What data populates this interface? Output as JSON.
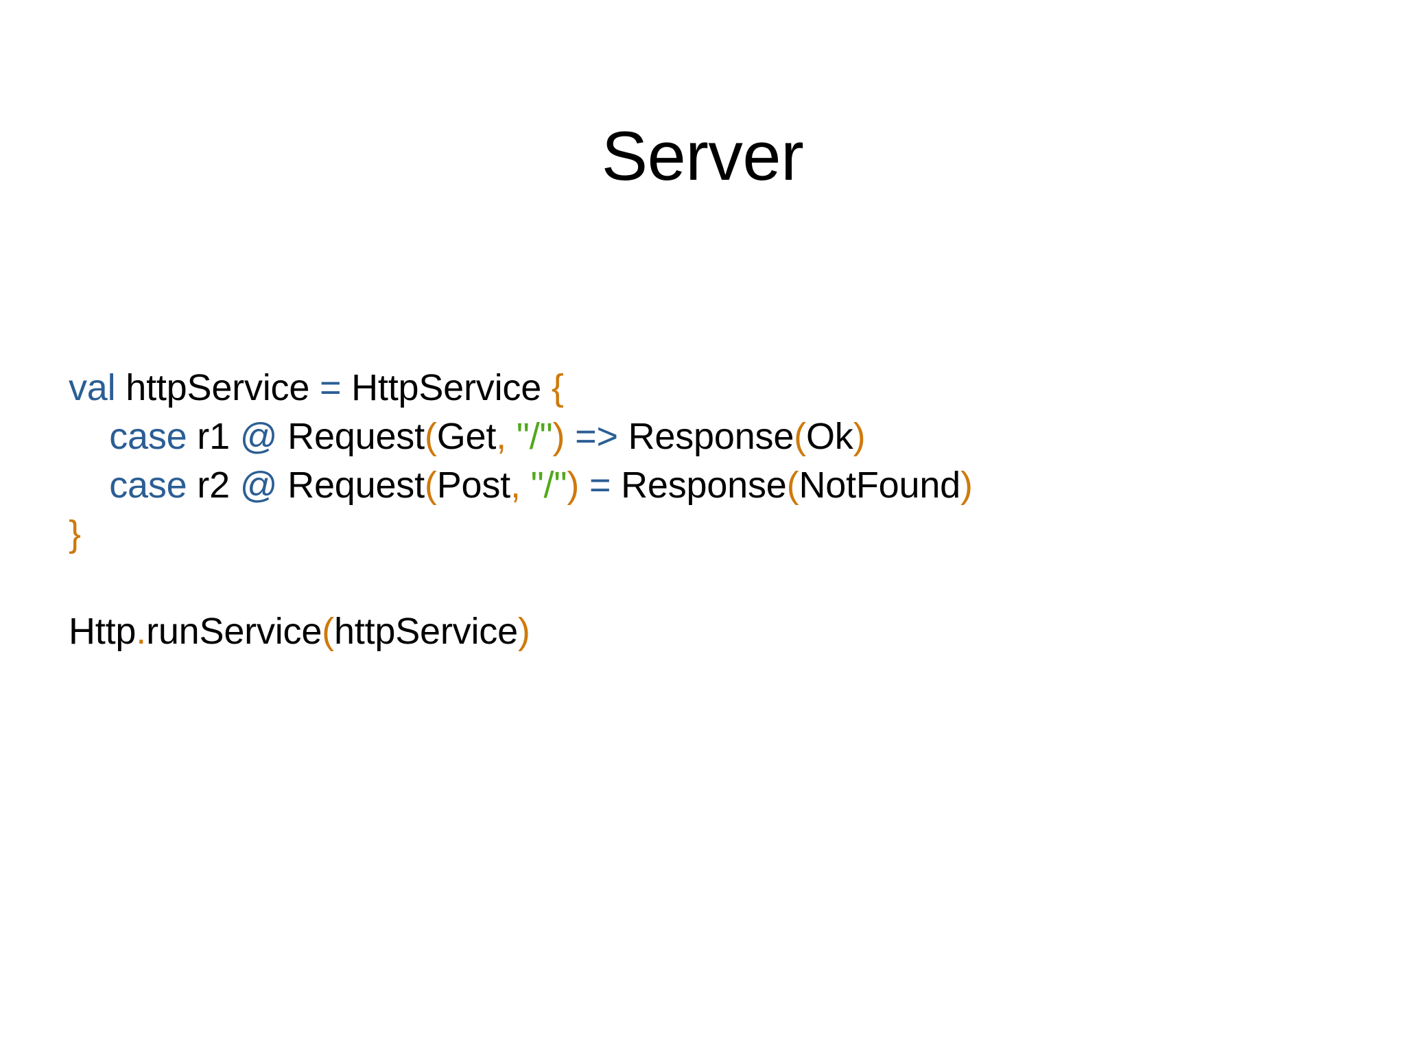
{
  "slide": {
    "title": "Server",
    "background_color": "#FFFFFF",
    "title_color": "#000000"
  },
  "theme": {
    "keyword_color": "#2B5E94",
    "operator_color": "#2B5E94",
    "punctuation_color": "#CE7A0D",
    "string_color": "#52A81B",
    "plain_color": "#000000"
  },
  "code": {
    "language": "scala",
    "plain_text": "val httpService = HttpService {\n    case r1 @ Request(Get, \"/\") => Response(Ok)\n    case r2 @ Request(Post, \"/\") = Response(NotFound)\n}\n\nHttp.runService(httpService)",
    "lines": [
      {
        "id": "line-1",
        "tokens": [
          {
            "text": "val",
            "kind": "keyword"
          },
          {
            "text": " httpService ",
            "kind": "plain"
          },
          {
            "text": "=",
            "kind": "operator"
          },
          {
            "text": " HttpService ",
            "kind": "plain"
          },
          {
            "text": "{",
            "kind": "punct"
          }
        ]
      },
      {
        "id": "line-2",
        "tokens": [
          {
            "text": "    ",
            "kind": "plain"
          },
          {
            "text": "case",
            "kind": "keyword"
          },
          {
            "text": " r1 ",
            "kind": "plain"
          },
          {
            "text": "@",
            "kind": "at"
          },
          {
            "text": " Request",
            "kind": "plain"
          },
          {
            "text": "(",
            "kind": "punct"
          },
          {
            "text": "Get",
            "kind": "plain"
          },
          {
            "text": ",",
            "kind": "punct"
          },
          {
            "text": " ",
            "kind": "plain"
          },
          {
            "text": "\"/\"",
            "kind": "string"
          },
          {
            "text": ")",
            "kind": "punct"
          },
          {
            "text": " ",
            "kind": "plain"
          },
          {
            "text": "=>",
            "kind": "operator"
          },
          {
            "text": " Response",
            "kind": "plain"
          },
          {
            "text": "(",
            "kind": "punct"
          },
          {
            "text": "Ok",
            "kind": "plain"
          },
          {
            "text": ")",
            "kind": "punct"
          }
        ]
      },
      {
        "id": "line-3",
        "tokens": [
          {
            "text": "    ",
            "kind": "plain"
          },
          {
            "text": "case",
            "kind": "keyword"
          },
          {
            "text": " r2 ",
            "kind": "plain"
          },
          {
            "text": "@",
            "kind": "at"
          },
          {
            "text": " Request",
            "kind": "plain"
          },
          {
            "text": "(",
            "kind": "punct"
          },
          {
            "text": "Post",
            "kind": "plain"
          },
          {
            "text": ",",
            "kind": "punct"
          },
          {
            "text": " ",
            "kind": "plain"
          },
          {
            "text": "\"/\"",
            "kind": "string"
          },
          {
            "text": ")",
            "kind": "punct"
          },
          {
            "text": " ",
            "kind": "plain"
          },
          {
            "text": "=",
            "kind": "operator"
          },
          {
            "text": " Response",
            "kind": "plain"
          },
          {
            "text": "(",
            "kind": "punct"
          },
          {
            "text": "NotFound",
            "kind": "plain"
          },
          {
            "text": ")",
            "kind": "punct"
          }
        ]
      },
      {
        "id": "line-4",
        "tokens": [
          {
            "text": "}",
            "kind": "punct"
          }
        ]
      },
      {
        "id": "line-5",
        "tokens": []
      },
      {
        "id": "line-6",
        "tokens": [
          {
            "text": "Http",
            "kind": "plain"
          },
          {
            "text": ".",
            "kind": "punct"
          },
          {
            "text": "runService",
            "kind": "plain"
          },
          {
            "text": "(",
            "kind": "punct"
          },
          {
            "text": "httpService",
            "kind": "plain"
          },
          {
            "text": ")",
            "kind": "punct"
          }
        ]
      }
    ]
  }
}
